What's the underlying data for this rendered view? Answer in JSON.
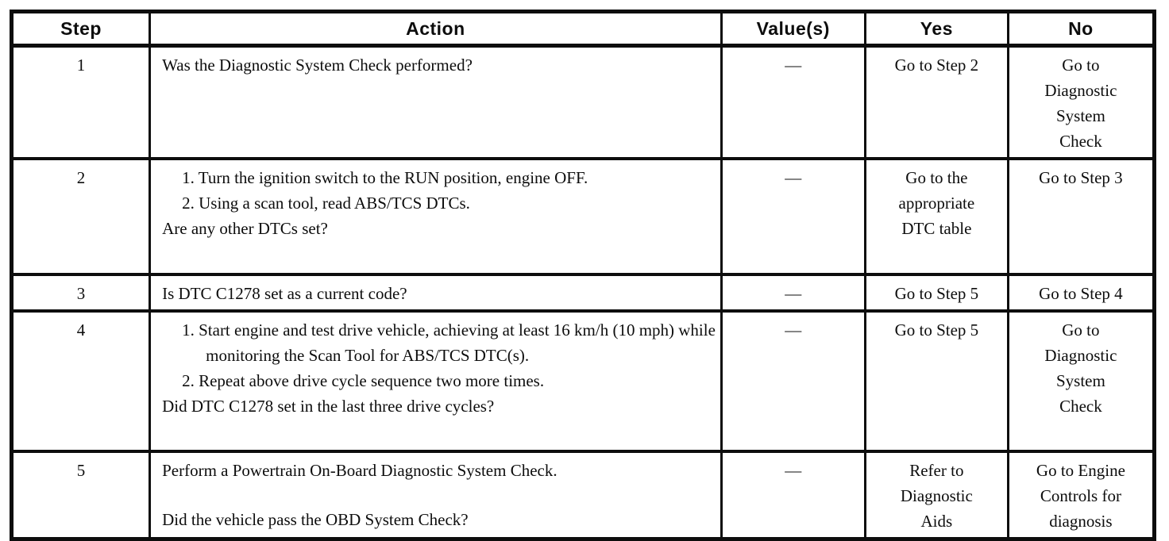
{
  "colors": {
    "ink": "#0d0d0d",
    "paper": "#ffffff"
  },
  "table": {
    "headers": [
      "Step",
      "Action",
      "Value(s)",
      "Yes",
      "No"
    ],
    "rows": [
      {
        "step": "1",
        "action": [
          {
            "type": "plain",
            "text": "Was the Diagnostic System Check performed?"
          }
        ],
        "value": "—",
        "yes": [
          "Go to Step 2"
        ],
        "no": [
          "Go to",
          "Diagnostic",
          "System",
          "Check"
        ]
      },
      {
        "step": "2",
        "action": [
          {
            "type": "numbered",
            "num": "1.",
            "text": "Turn the ignition switch to the RUN position, engine OFF."
          },
          {
            "type": "numbered",
            "num": "2.",
            "text": "Using a scan tool, read ABS/TCS DTCs."
          },
          {
            "type": "plain",
            "text": "Are any other DTCs set?"
          }
        ],
        "value": "—",
        "yes": [
          "Go to the",
          "appropriate",
          "DTC table"
        ],
        "no": [
          "Go to Step 3"
        ]
      },
      {
        "step": "3",
        "action": [
          {
            "type": "plain",
            "text": "Is DTC C1278 set as a current code?"
          }
        ],
        "value": "—",
        "yes": [
          "Go to Step 5"
        ],
        "no": [
          "Go to Step 4"
        ]
      },
      {
        "step": "4",
        "action": [
          {
            "type": "numbered",
            "num": "1.",
            "text": "Start engine and test drive vehicle, achieving at least 16 km/h (10 mph) while monitoring the Scan Tool for ABS/TCS DTC(s)."
          },
          {
            "type": "numbered",
            "num": "2.",
            "text": "Repeat above drive cycle sequence two more times."
          },
          {
            "type": "plain",
            "text": "Did DTC C1278 set in the last three drive cycles?"
          }
        ],
        "value": "—",
        "yes": [
          "Go to Step 5"
        ],
        "no": [
          "Go to",
          "Diagnostic",
          "System",
          "Check"
        ]
      },
      {
        "step": "5",
        "action": [
          {
            "type": "plain",
            "text": "Perform a Powertrain On-Board Diagnostic System Check."
          },
          {
            "type": "spacer"
          },
          {
            "type": "plain",
            "text": "Did the vehicle pass the OBD System Check?"
          }
        ],
        "value": "—",
        "yes": [
          "Refer to",
          "Diagnostic",
          "Aids"
        ],
        "no": [
          "Go to Engine",
          "Controls for",
          "diagnosis"
        ]
      }
    ]
  }
}
